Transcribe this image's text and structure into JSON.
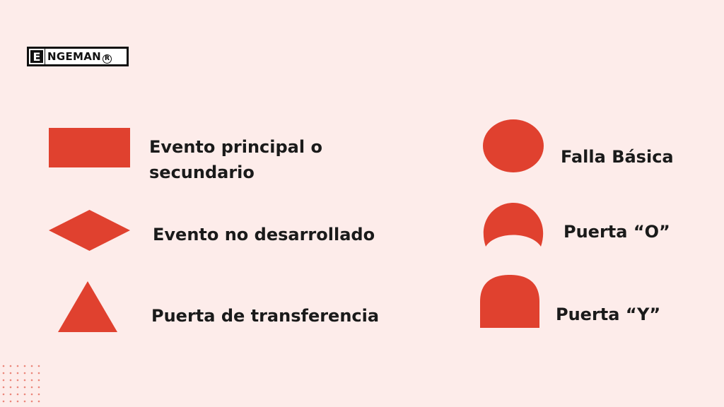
{
  "logo": {
    "mark": "E",
    "text": "NGEMAN",
    "registered": "R"
  },
  "legend": {
    "left": [
      {
        "label_line1": "Evento principal o",
        "label_line2": "secundario",
        "icon": "rectangle-icon"
      },
      {
        "label": "Evento no desarrollado",
        "icon": "diamond-icon"
      },
      {
        "label": "Puerta de transferencia",
        "icon": "triangle-icon"
      }
    ],
    "right": [
      {
        "label": "Falla Básica",
        "icon": "circle-icon"
      },
      {
        "label": "Puerta “O”",
        "icon": "or-gate-icon"
      },
      {
        "label": "Puerta “Y”",
        "icon": "and-gate-icon"
      }
    ]
  },
  "colors": {
    "background": "#fdecea",
    "shape": "#e0412f",
    "text": "#1a1a1a"
  }
}
